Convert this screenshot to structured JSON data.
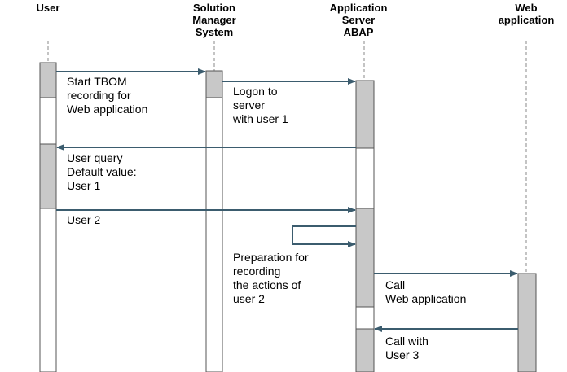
{
  "colors": {
    "arrow": "#3b5c6e",
    "activation_fill": "#c8c8c8",
    "activation_border": "#555555",
    "lifeline": "#888888"
  },
  "headers": {
    "user": "User",
    "solman": "Solution\nManager\nSystem",
    "app_server": "Application\nServer\nABAP",
    "web_app": "Web\napplication"
  },
  "messages": {
    "start_tbom": "Start TBOM\nrecording for\nWeb application",
    "logon": "Logon to\nserver\n with user 1",
    "user_query": "User query\nDefault value:\nUser 1",
    "user2": "User 2",
    "preparation": "Preparation for\nrecording\nthe actions of\nuser 2",
    "call_web": "Call\nWeb application",
    "call_user3": "Call with\nUser 3"
  }
}
